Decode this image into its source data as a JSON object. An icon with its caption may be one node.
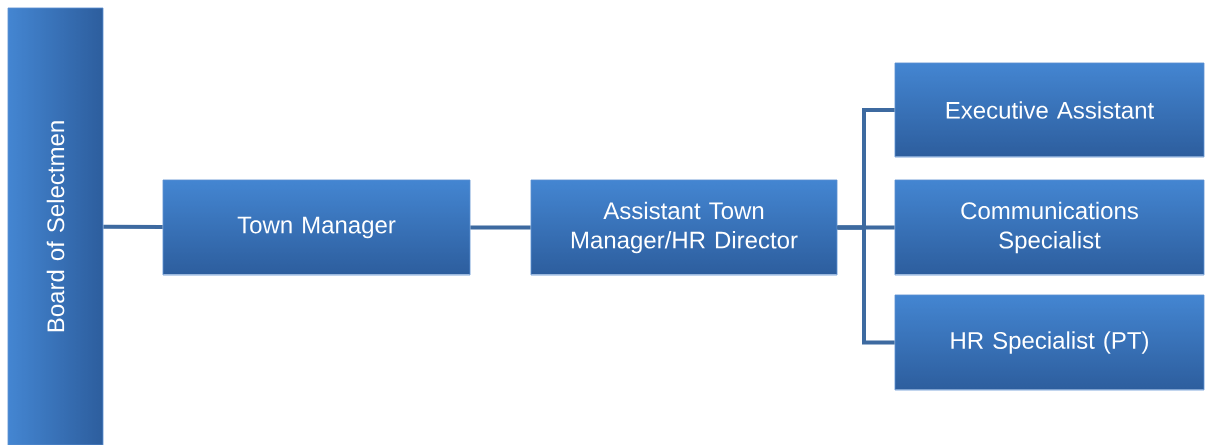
{
  "diagram": {
    "nodes": [
      {
        "text": [
          "Board of Selectmen"
        ]
      },
      {
        "text": [
          "Town Manager"
        ]
      },
      {
        "text": [
          "Assistant Town Manager/HR Director"
        ]
      },
      {
        "text": [
          "Executive Assistant"
        ]
      },
      {
        "text": [
          "Communications Specialist"
        ]
      },
      {
        "text": [
          "HR Specialist (PT)"
        ]
      }
    ],
    "edges": [
      {
        "from": 0,
        "to": 1,
        "arrow": "none"
      },
      {
        "from": 1,
        "to": 2,
        "arrow": "none"
      },
      {
        "from": 2,
        "to": 3,
        "arrow": "none"
      },
      {
        "from": 2,
        "to": 4,
        "arrow": "none"
      },
      {
        "from": 2,
        "to": 5,
        "arrow": "none"
      }
    ]
  }
}
